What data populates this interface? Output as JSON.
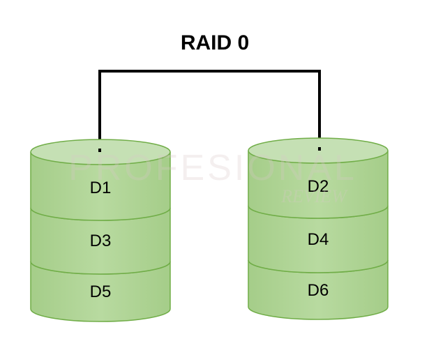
{
  "diagram": {
    "title": "RAID 0",
    "colors": {
      "disk_fill": "#a9d18e",
      "disk_top": "#c5e0b4",
      "disk_stroke": "#70ad47",
      "connector": "#000000"
    },
    "disks": [
      {
        "blocks": [
          "D1",
          "D3",
          "D5"
        ]
      },
      {
        "blocks": [
          "D2",
          "D4",
          "D6"
        ]
      }
    ],
    "watermark": {
      "main": "PROFESIONAL",
      "sub": "REVIEW"
    }
  }
}
